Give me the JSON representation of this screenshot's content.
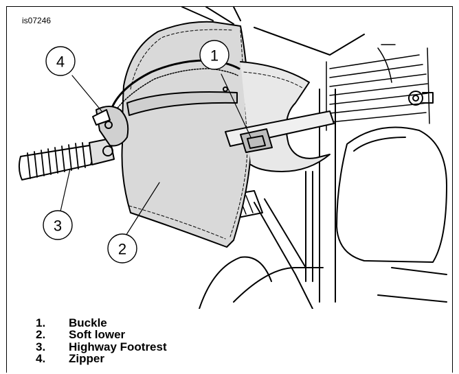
{
  "figure": {
    "id": "is07246",
    "callouts": [
      "1",
      "2",
      "3",
      "4"
    ],
    "legend": [
      {
        "num": "1.",
        "label": "Buckle"
      },
      {
        "num": "2.",
        "label": "Soft lower"
      },
      {
        "num": "3.",
        "label": "Highway Footrest"
      },
      {
        "num": "4.",
        "label": "Zipper"
      }
    ]
  }
}
